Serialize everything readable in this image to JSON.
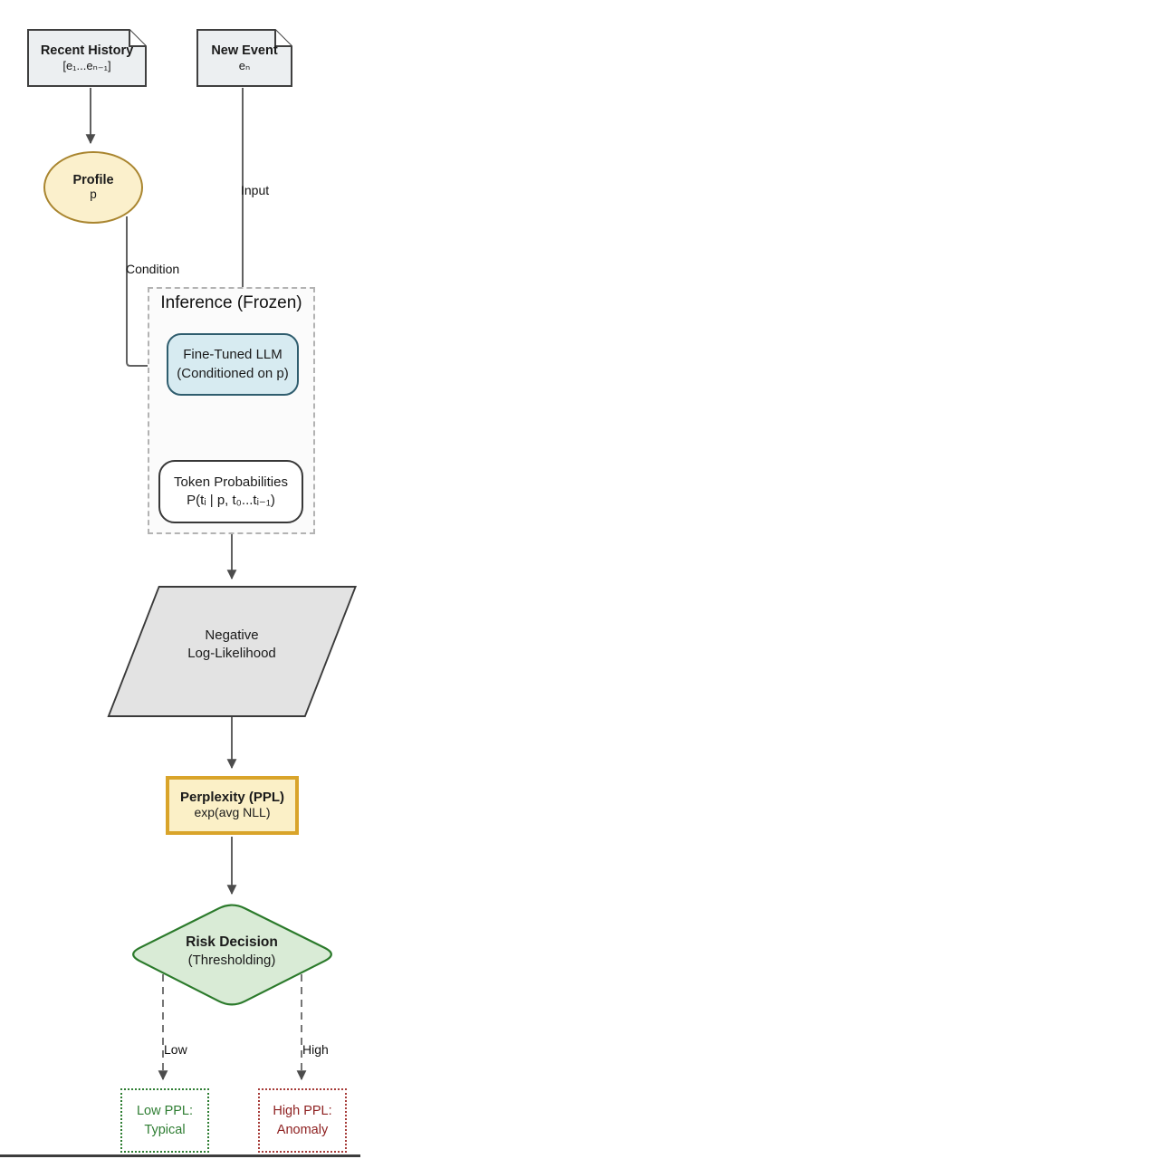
{
  "diagram": {
    "type": "flowchart",
    "background": "#ffffff",
    "nodes": {
      "recent_history": {
        "title": "Recent History",
        "subtitle": "[e₁...eₙ₋₁]",
        "shape": "document",
        "fill": "#ECEFF1",
        "border": "#3F3F3F"
      },
      "new_event": {
        "title": "New Event",
        "subtitle": "eₙ",
        "shape": "document",
        "fill": "#ECEFF1",
        "border": "#3F3F3F"
      },
      "profile": {
        "title": "Profile",
        "subtitle": "p",
        "shape": "ellipse",
        "fill": "#FBF0CC",
        "border": "#A9852F"
      },
      "inference_group": {
        "title": "Inference (Frozen)",
        "shape": "dashed-container",
        "fill": "#FBFBFB",
        "border": "#B3B3B3"
      },
      "fine_tuned_llm": {
        "line1": "Fine-Tuned LLM",
        "line2": "(Conditioned on p)",
        "shape": "rounded-rect",
        "fill": "#D7EBF1",
        "border": "#2F5D6E"
      },
      "token_probabilities": {
        "line1": "Token Probabilities",
        "line2": "P(tᵢ | p, t₀...tᵢ₋₁)",
        "shape": "rounded-rect",
        "fill": "#FFFFFF",
        "border": "#383838"
      },
      "negative_log_likelihood": {
        "line1": "Negative",
        "line2": "Log-Likelihood",
        "shape": "parallelogram",
        "fill": "#E3E3E3",
        "border": "#3A3A3A"
      },
      "perplexity": {
        "title": "Perplexity (PPL)",
        "subtitle": "exp(avg NLL)",
        "shape": "rect",
        "fill": "#FBF0C7",
        "border": "#D9A42A"
      },
      "risk_decision": {
        "title": "Risk Decision",
        "subtitle": "(Thresholding)",
        "shape": "diamond",
        "fill": "#D9EBD6",
        "border": "#2B7A2B"
      },
      "low_ppl": {
        "line1": "Low PPL:",
        "line2": "Typical",
        "shape": "dotted-rect",
        "text_color": "#2E7D32",
        "border": "#2E7D32"
      },
      "high_ppl": {
        "line1": "High PPL:",
        "line2": "Anomaly",
        "shape": "dotted-rect",
        "text_color": "#8E2121",
        "border": "#A63B38"
      }
    },
    "edges": {
      "input_label": "Input",
      "condition_label": "Condition",
      "low_label": "Low",
      "high_label": "High",
      "line_color": "#616161",
      "arrowhead_color": "#4C4C4C"
    }
  }
}
